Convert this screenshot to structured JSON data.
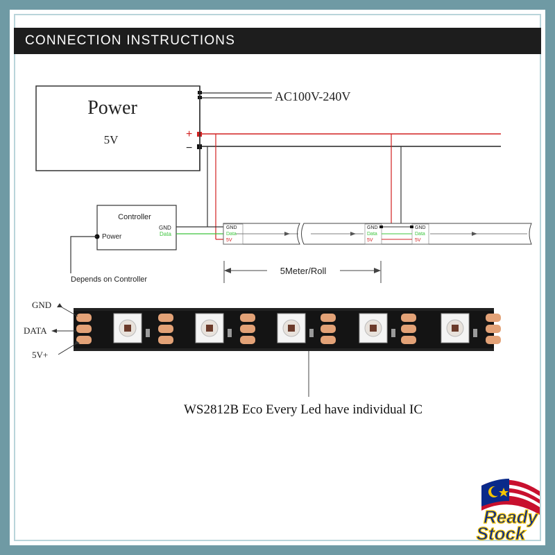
{
  "header": {
    "title": "CONNECTION INSTRUCTIONS"
  },
  "power": {
    "title": "Power",
    "voltage": "5V",
    "ac_label": "AC100V-240V",
    "plus": "+",
    "minus": "−"
  },
  "controller": {
    "title": "Controller",
    "gnd": "GND",
    "data": "Data",
    "power": "Power",
    "note": "Depends on Controller"
  },
  "strip_segments": [
    {
      "gnd": "GND",
      "data": "Data",
      "v5": "5V"
    },
    {
      "gnd": "GND",
      "data": "Data",
      "v5": "5V"
    },
    {
      "gnd": "GND",
      "data": "Data",
      "v5": "5V"
    }
  ],
  "roll_label": "5Meter/Roll",
  "led_strip": {
    "pins": {
      "gnd": "GND",
      "data": "DATA",
      "v5": "5V+"
    },
    "caption": "WS2812B Eco Every Led have individual IC"
  },
  "badge": {
    "line1": "Ready",
    "line2": "Stock"
  },
  "colors": {
    "red_wire": "#d22020",
    "black_wire": "#222222",
    "data_wire": "#3cc43c",
    "frame": "#6f9aa4",
    "header": "#1d1d1d"
  }
}
